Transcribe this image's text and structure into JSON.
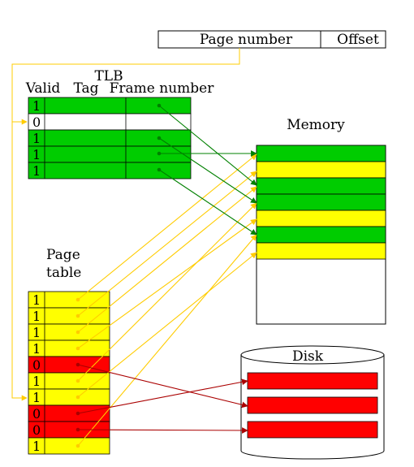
{
  "address": {
    "page_number": "Page number",
    "offset": "Offset"
  },
  "tlb": {
    "title": "TLB",
    "col_valid": "Valid",
    "col_tag": "Tag",
    "col_frame": "Frame number",
    "rows": [
      {
        "valid": "1",
        "state": "valid"
      },
      {
        "valid": "0",
        "state": "empty"
      },
      {
        "valid": "1",
        "state": "valid"
      },
      {
        "valid": "1",
        "state": "valid"
      },
      {
        "valid": "1",
        "state": "valid"
      }
    ]
  },
  "memory": {
    "title": "Memory",
    "frames": [
      "green",
      "yellow",
      "green",
      "green",
      "yellow",
      "green",
      "yellow"
    ]
  },
  "page_table": {
    "title_line1": "Page",
    "title_line2": "table",
    "rows": [
      {
        "valid": "1",
        "location": "memory"
      },
      {
        "valid": "1",
        "location": "memory"
      },
      {
        "valid": "1",
        "location": "memory"
      },
      {
        "valid": "1",
        "location": "memory"
      },
      {
        "valid": "0",
        "location": "disk"
      },
      {
        "valid": "1",
        "location": "memory"
      },
      {
        "valid": "1",
        "location": "memory"
      },
      {
        "valid": "0",
        "location": "disk"
      },
      {
        "valid": "0",
        "location": "disk"
      },
      {
        "valid": "1",
        "location": "memory"
      }
    ]
  },
  "disk": {
    "title": "Disk",
    "blocks": 3
  },
  "colors": {
    "green": "#00cc00",
    "yellow": "#ffff00",
    "red": "#ff0000",
    "tlb_arrow": "#008000",
    "pt_arrow": "#ffcc00",
    "disk_arrow": "#aa0000"
  }
}
